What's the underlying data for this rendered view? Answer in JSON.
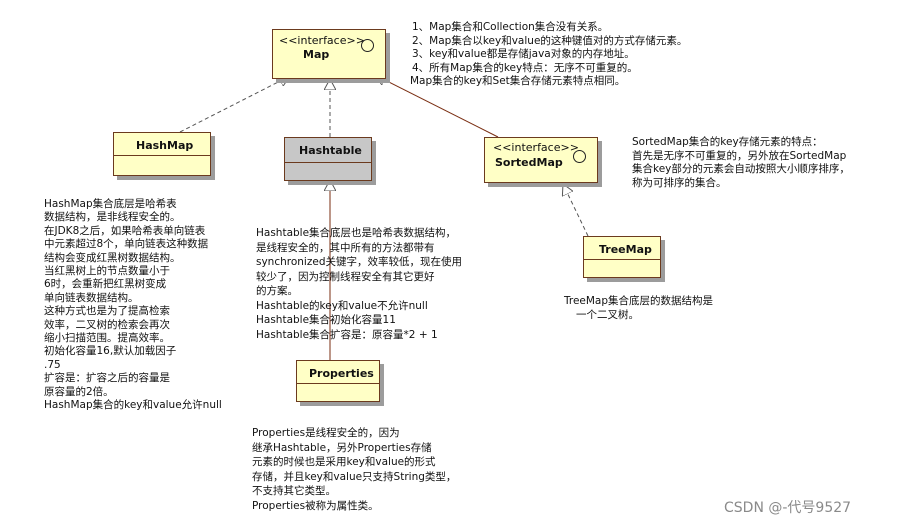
{
  "classes": {
    "map": {
      "stereotype": "<<interface>>",
      "name": "Map"
    },
    "hashmap": {
      "name": "HashMap"
    },
    "hashtable": {
      "name": "Hashtable"
    },
    "sortedmap": {
      "stereotype": "<<interface>>",
      "name": "SortedMap"
    },
    "treemap": {
      "name": "TreeMap"
    },
    "properties": {
      "name": "Properties"
    }
  },
  "notes": {
    "map": [
      "1、Map集合和Collection集合没有关系。",
      "2、Map集合以key和value的这种键值对的方式存储元素。",
      "3、key和value都是存储java对象的内存地址。",
      "4、所有Map集合的key特点：无序不可重复的。",
      "Map集合的key和Set集合存储元素特点相同。"
    ],
    "sortedmap": [
      "SortedMap集合的key存储元素的特点：",
      "首先是无序不可重复的，另外放在SortedMap",
      "集合key部分的元素会自动按照大小顺序排序，",
      "称为可排序的集合。"
    ],
    "hashmap": [
      "HashMap集合底层是哈希表",
      "数据结构，是非线程安全的。",
      "在JDK8之后，如果哈希表单向链表",
      "中元素超过8个，单向链表这种数据",
      "结构会变成红黑树数据结构。",
      "当红黑树上的节点数量小于",
      "6时，会重新把红黑树变成",
      "单向链表数据结构。",
      "这种方式也是为了提高检索",
      "效率，二叉树的检索会再次",
      "缩小扫描范围。提高效率。",
      "初始化容量16,默认加载因子",
      ".75",
      "扩容是：扩容之后的容量是",
      "原容量的2倍。",
      "HashMap集合的key和value允许null"
    ],
    "hashtable": [
      "Hashtable集合底层也是哈希表数据结构，",
      "是线程安全的，其中所有的方法都带有",
      "synchronized关键字，效率较低，现在使用",
      "较少了，因为控制线程安全有其它更好",
      "的方案。",
      "Hashtable的key和value不允许null",
      "Hashtable集合初始化容量11",
      "Hashtable集合扩容是：原容量*2 + 1"
    ],
    "treemap": [
      "TreeMap集合底层的数据结构是",
      "一个二叉树。"
    ],
    "properties": [
      "Properties是线程安全的，因为",
      "继承Hashtable，另外Properties存储",
      "元素的时候也是采用key和value的形式",
      "存储，并且key和value只支持String类型，",
      "不支持其它类型。",
      "Properties被称为属性类。"
    ]
  },
  "watermark": "CSDN @-代号9527",
  "colors": {
    "box_fill": "#ffffc6",
    "hashtable_fill": "#c7c7c7",
    "border": "#6b3a1e",
    "line": "#7a2e12"
  },
  "icons": [
    "interface-circle-icon"
  ]
}
